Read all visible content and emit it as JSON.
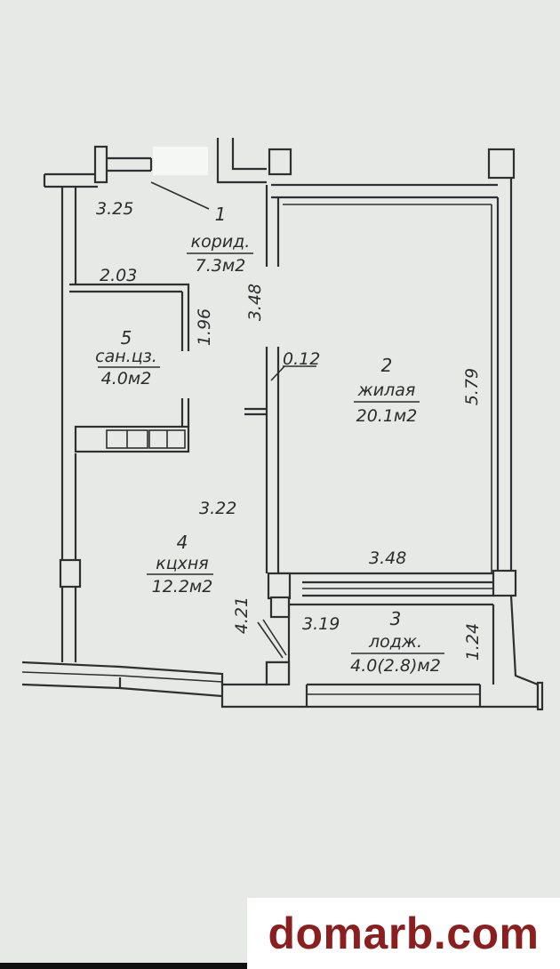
{
  "rooms": [
    {
      "number": "1",
      "name": "корид.",
      "area": "7.3м2"
    },
    {
      "number": "2",
      "name": "жилая",
      "area": "20.1м2"
    },
    {
      "number": "3",
      "name": "лодж.",
      "area": "4.0(2.8)м2"
    },
    {
      "number": "4",
      "name": "кцхня",
      "area": "12.2м2"
    },
    {
      "number": "5",
      "name": "сан.цз.",
      "area": "4.0м2"
    }
  ],
  "dimensions": {
    "d_325": "3.25",
    "d_203": "2.03",
    "d_196": "1.96",
    "d_348_vertical": "3.48",
    "d_012": "0.12",
    "d_579": "5.79",
    "d_322": "3.22",
    "d_348_horizontal": "3.48",
    "d_421": "4.21",
    "d_319": "3.19",
    "d_124": "1.24"
  },
  "watermark": {
    "text": "domarb.com",
    "color": "#8b1e1e"
  }
}
